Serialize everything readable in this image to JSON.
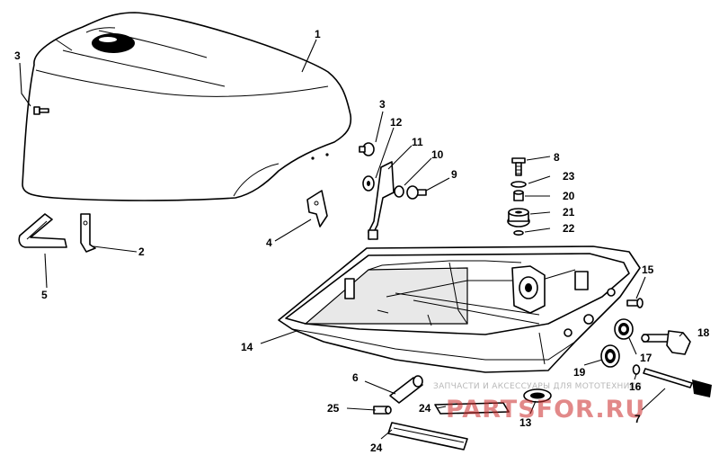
{
  "callouts": [
    {
      "id": "c1",
      "text": "1"
    },
    {
      "id": "c2",
      "text": "2"
    },
    {
      "id": "c3a",
      "text": "3"
    },
    {
      "id": "c3b",
      "text": "3"
    },
    {
      "id": "c4",
      "text": "4"
    },
    {
      "id": "c5",
      "text": "5"
    },
    {
      "id": "c6",
      "text": "6"
    },
    {
      "id": "c7",
      "text": "7"
    },
    {
      "id": "c8",
      "text": "8"
    },
    {
      "id": "c9",
      "text": "9"
    },
    {
      "id": "c10",
      "text": "10"
    },
    {
      "id": "c11",
      "text": "11"
    },
    {
      "id": "c12",
      "text": "12"
    },
    {
      "id": "c13",
      "text": "13"
    },
    {
      "id": "c14",
      "text": "14"
    },
    {
      "id": "c15",
      "text": "15"
    },
    {
      "id": "c16",
      "text": "16"
    },
    {
      "id": "c17",
      "text": "17"
    },
    {
      "id": "c18",
      "text": "18"
    },
    {
      "id": "c19",
      "text": "19"
    },
    {
      "id": "c20",
      "text": "20"
    },
    {
      "id": "c21",
      "text": "21"
    },
    {
      "id": "c22",
      "text": "22"
    },
    {
      "id": "c23",
      "text": "23"
    },
    {
      "id": "c24a",
      "text": "24"
    },
    {
      "id": "c24b",
      "text": "24"
    },
    {
      "id": "c25",
      "text": "25"
    }
  ],
  "watermark": {
    "top_text": "ЗАПЧАСТИ И АКСЕССУАРЫ ДЛЯ МОТОТЕХНИКИ",
    "logo_text": "PARTSFOR.RU"
  }
}
